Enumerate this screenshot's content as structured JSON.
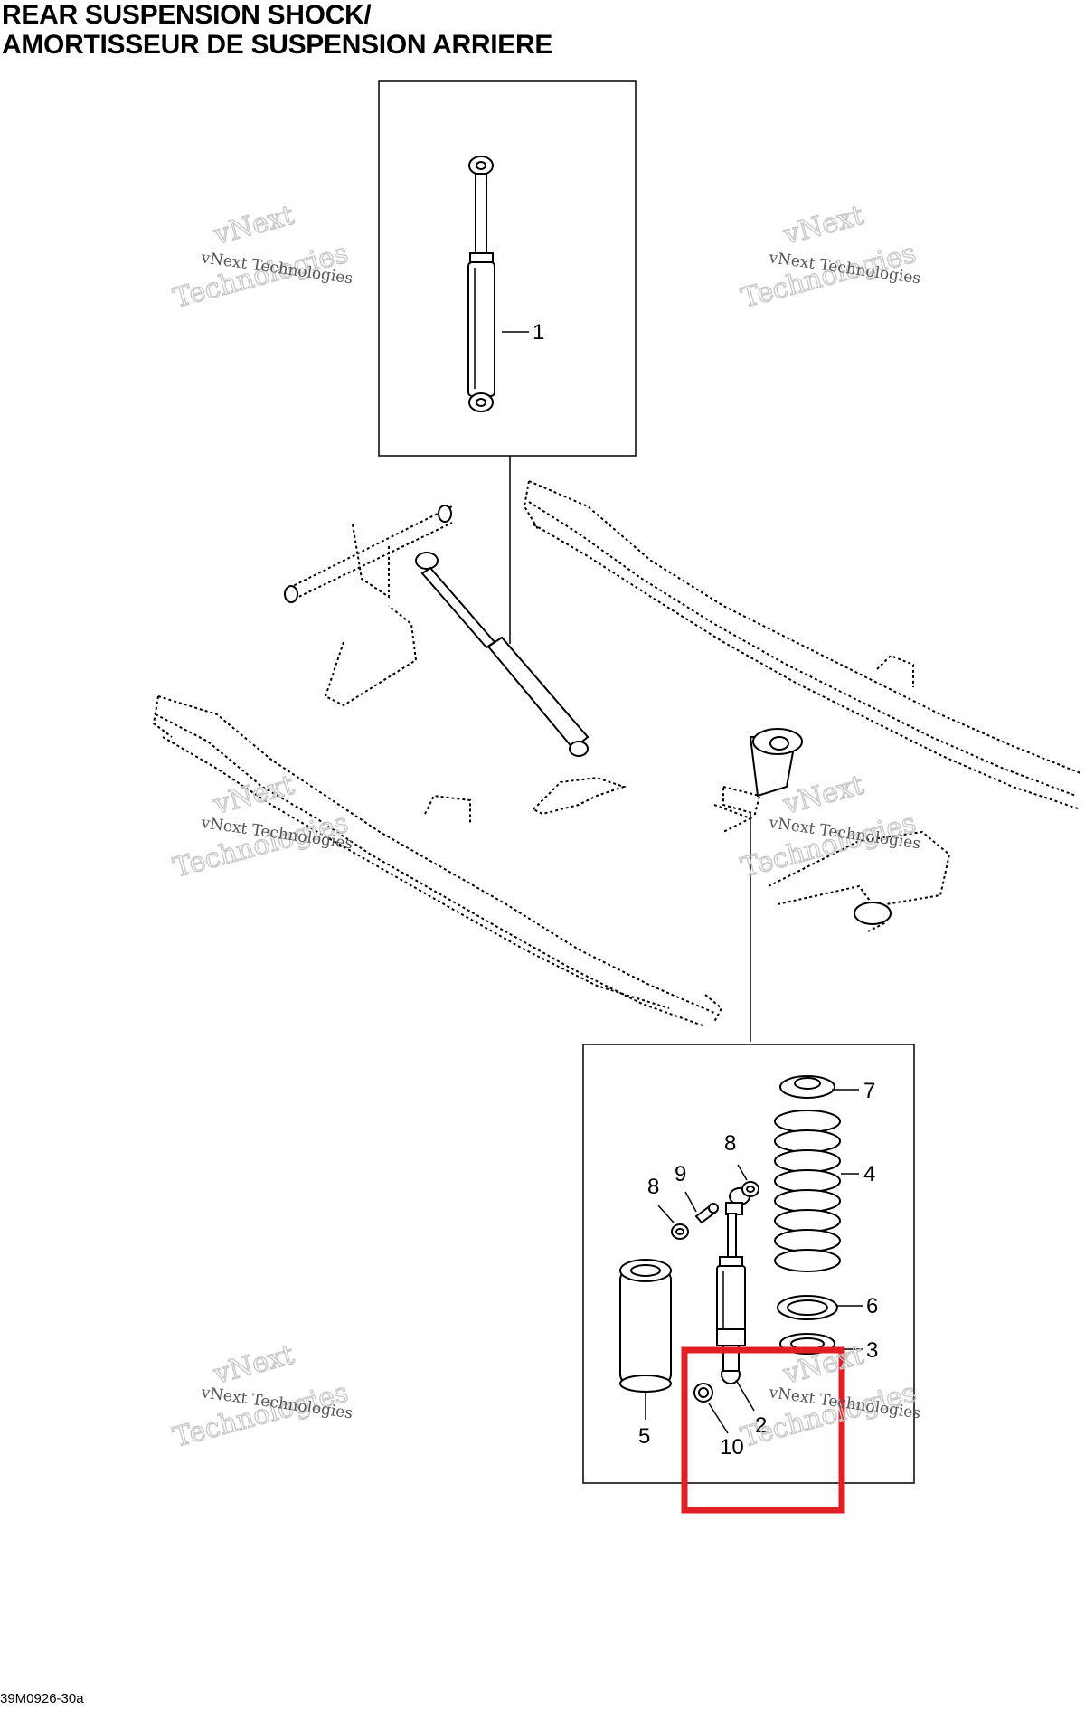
{
  "header": {
    "title_line1": "REAR SUSPENSION SHOCK/",
    "title_line2": "AMORTISSEUR DE SUSPENSION ARRIERE"
  },
  "callouts": {
    "c1": "1",
    "c2": "2",
    "c3": "3",
    "c4": "4",
    "c5": "5",
    "c6": "6",
    "c7": "7",
    "c8a": "8",
    "c8b": "8",
    "c9": "9",
    "c10": "10"
  },
  "watermark": {
    "line_small": "vNext Technologies",
    "line_big_a": "vNext",
    "line_big_b": "Technologies"
  },
  "footer": {
    "code": "39M0926-30a"
  },
  "colors": {
    "highlight_box": "#e01e24",
    "line": "#000000",
    "watermark": "#c8c8c8"
  }
}
